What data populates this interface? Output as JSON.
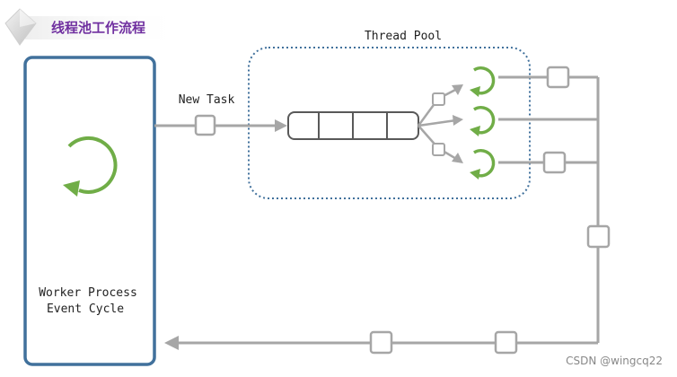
{
  "header": {
    "title": "线程池工作流程"
  },
  "diagram": {
    "worker_process_label_line1": "Worker Process",
    "worker_process_label_line2": "Event Cycle",
    "new_task_label": "New Task",
    "thread_pool_label": "Thread Pool",
    "queue_slots": 4,
    "thread_count": 3
  },
  "watermark": "CSDN @wingcq22",
  "colors": {
    "worker_border": "#41719c",
    "pool_border": "#41719c",
    "cycle_green": "#70ad47",
    "connector_gray": "#a6a6a6",
    "title_purple": "#7030a0"
  }
}
